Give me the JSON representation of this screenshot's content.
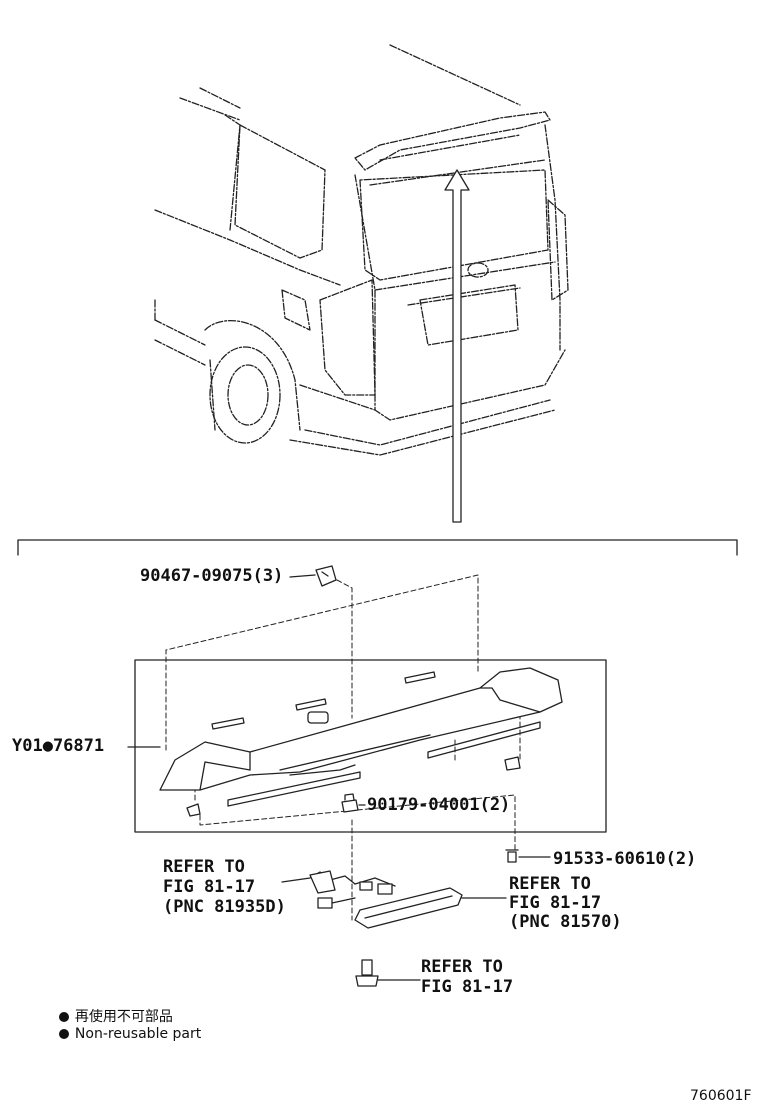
{
  "labels": {
    "part_90467": "90467-09075(3)",
    "part_76871": "Y01●76871",
    "part_90179": "90179-04001(2)",
    "part_91533": "91533-60610(2)",
    "refer1": [
      "REFER TO",
      "FIG 81-17",
      "(PNC 81935D)"
    ],
    "refer2": [
      "REFER TO",
      "FIG 81-17",
      "(PNC 81570)"
    ],
    "refer3": [
      "REFER TO",
      "FIG 81-17"
    ]
  },
  "legend": {
    "jp": "再使用不可部品",
    "en": "Non-reusable part"
  },
  "figure_id": "760601F"
}
